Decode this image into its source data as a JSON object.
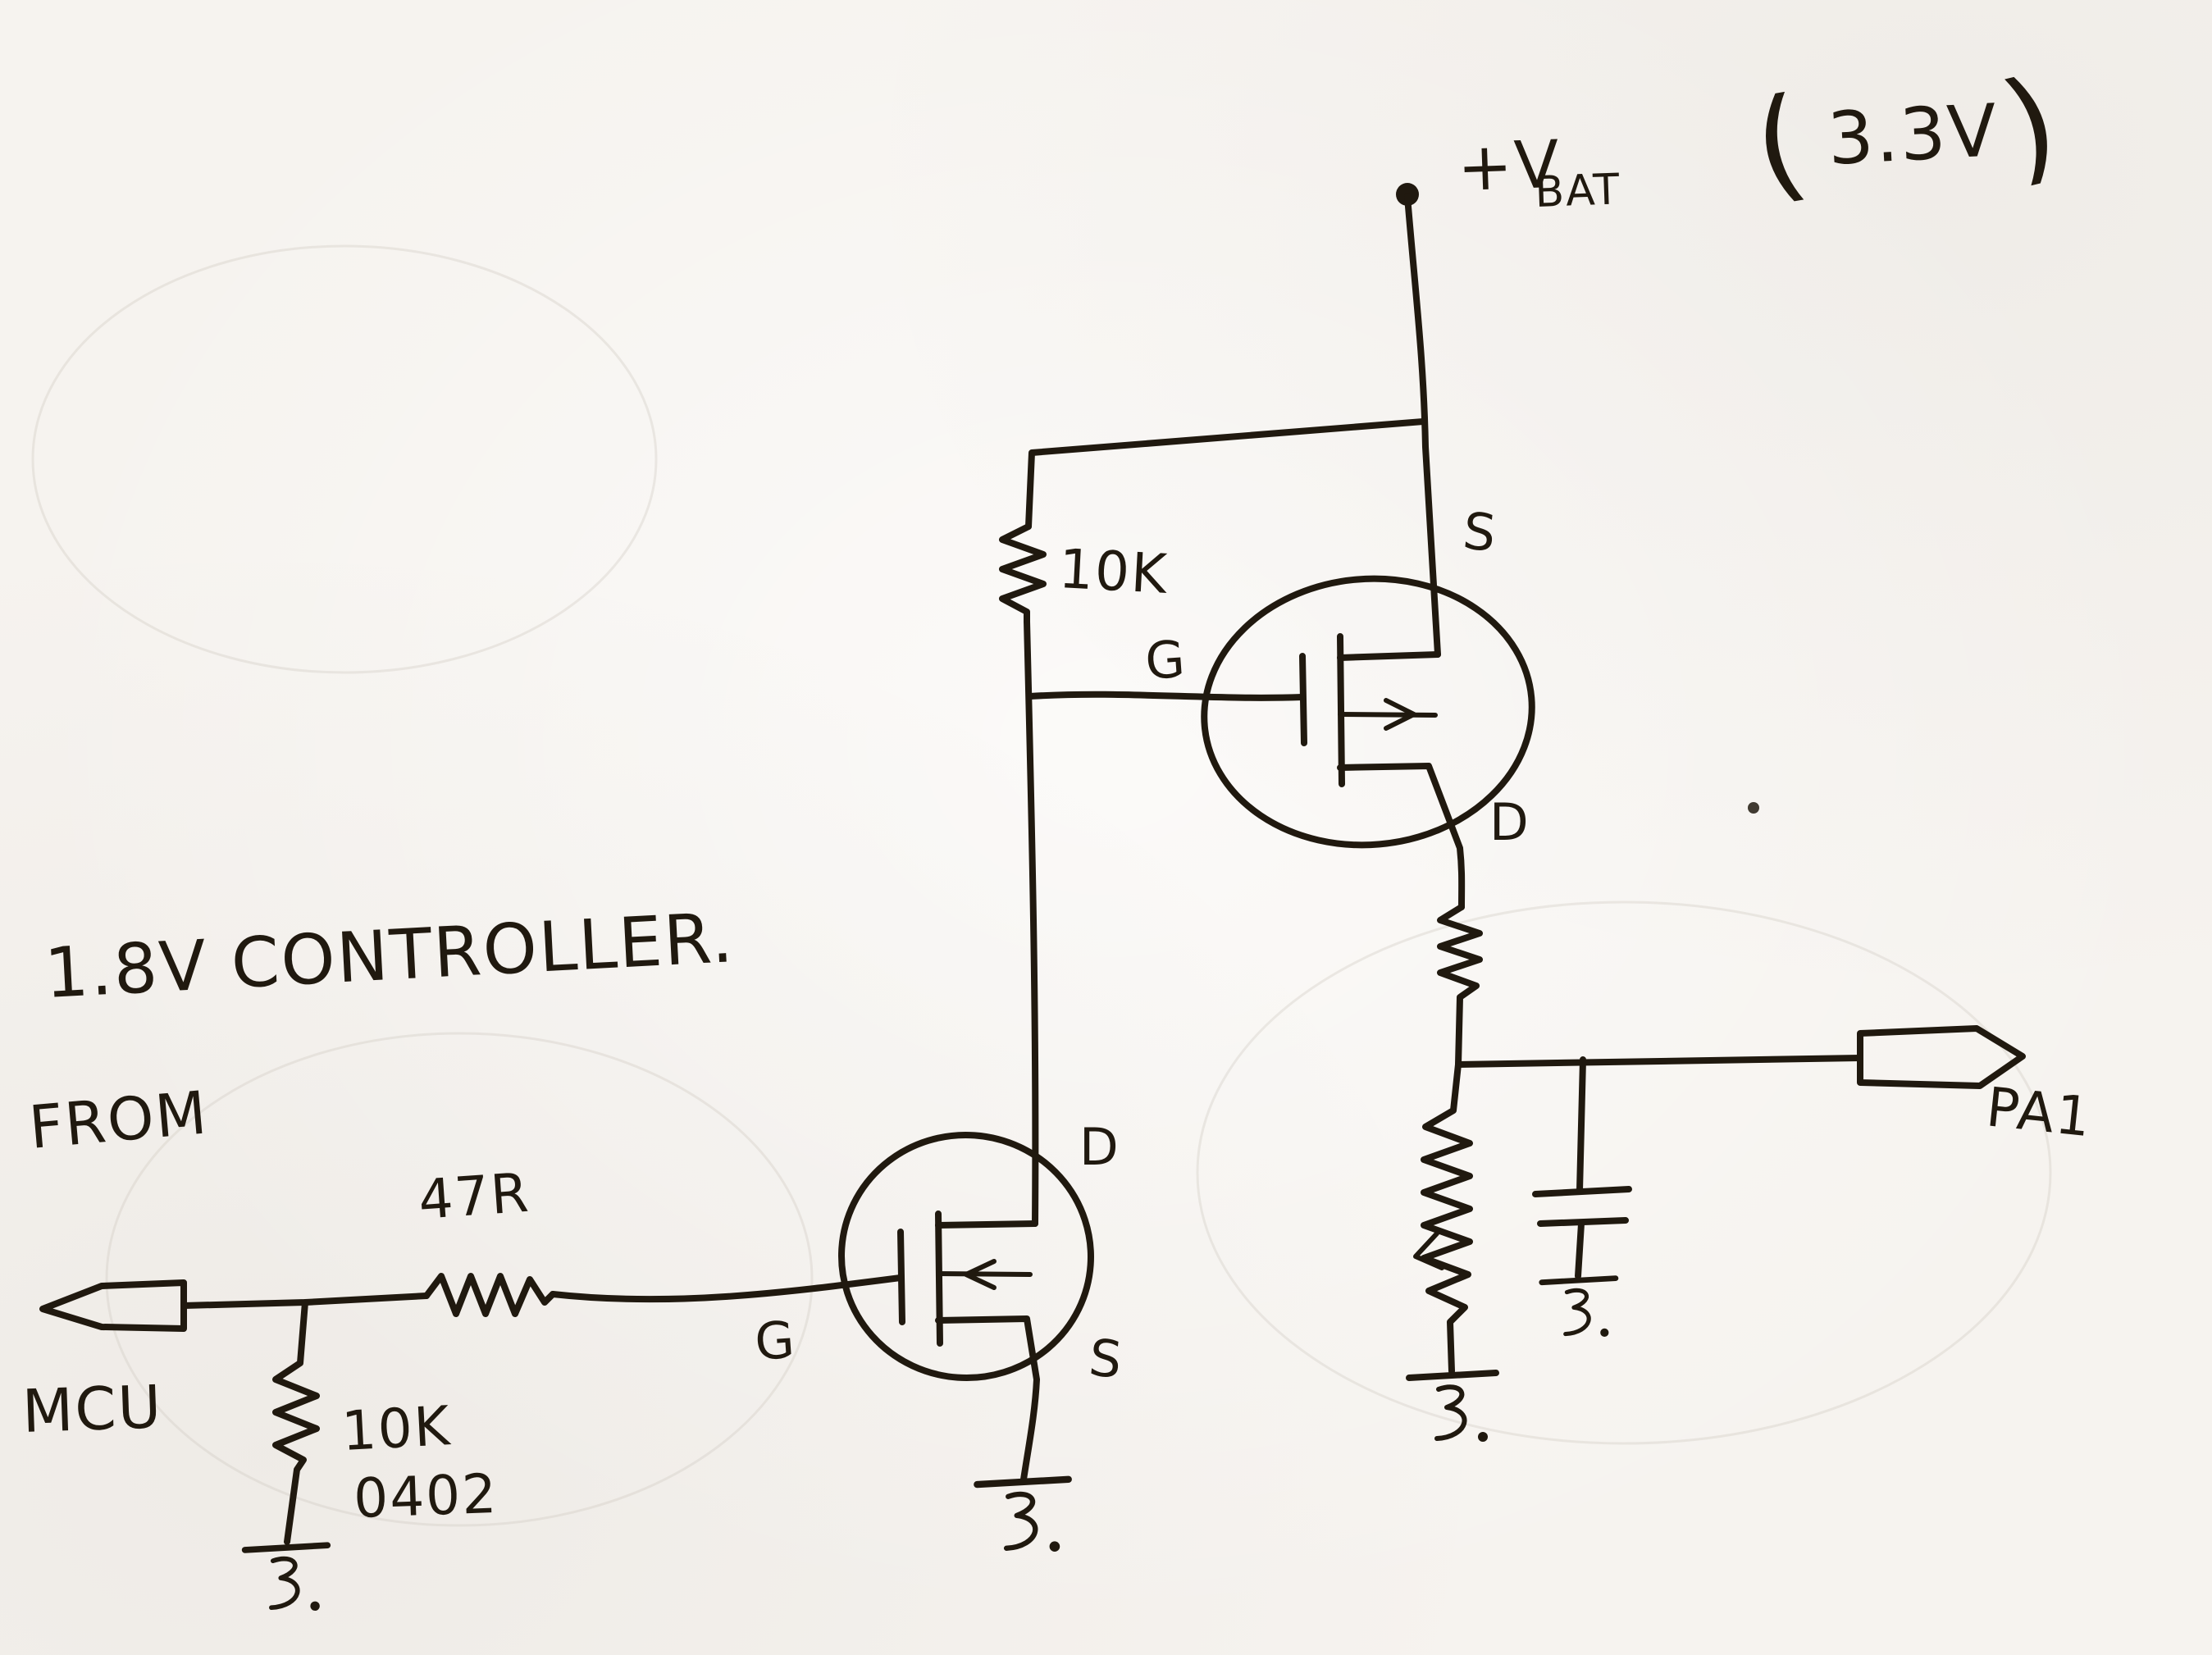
{
  "colors": {
    "ink": "#20190f",
    "paper": "#f6f3ef"
  },
  "schematic": {
    "title": "1.8V CONTROLLER.",
    "source": {
      "from": "FROM",
      "mcu": "MCU"
    },
    "power": {
      "rail": "+V",
      "rail_sub": "BAT",
      "paren_open": "(",
      "voltage": "3.3V",
      "paren_close": ")"
    },
    "output": {
      "label": "PA1"
    },
    "resistors": {
      "pullup": "10K",
      "series": "47R",
      "pulldown": "10K",
      "pulldown_pkg": "0402"
    },
    "mosfet_top": {
      "g": "G",
      "s": "S",
      "d": "D"
    },
    "mosfet_bottom": {
      "g": "G",
      "d": "D",
      "s": "S"
    }
  }
}
